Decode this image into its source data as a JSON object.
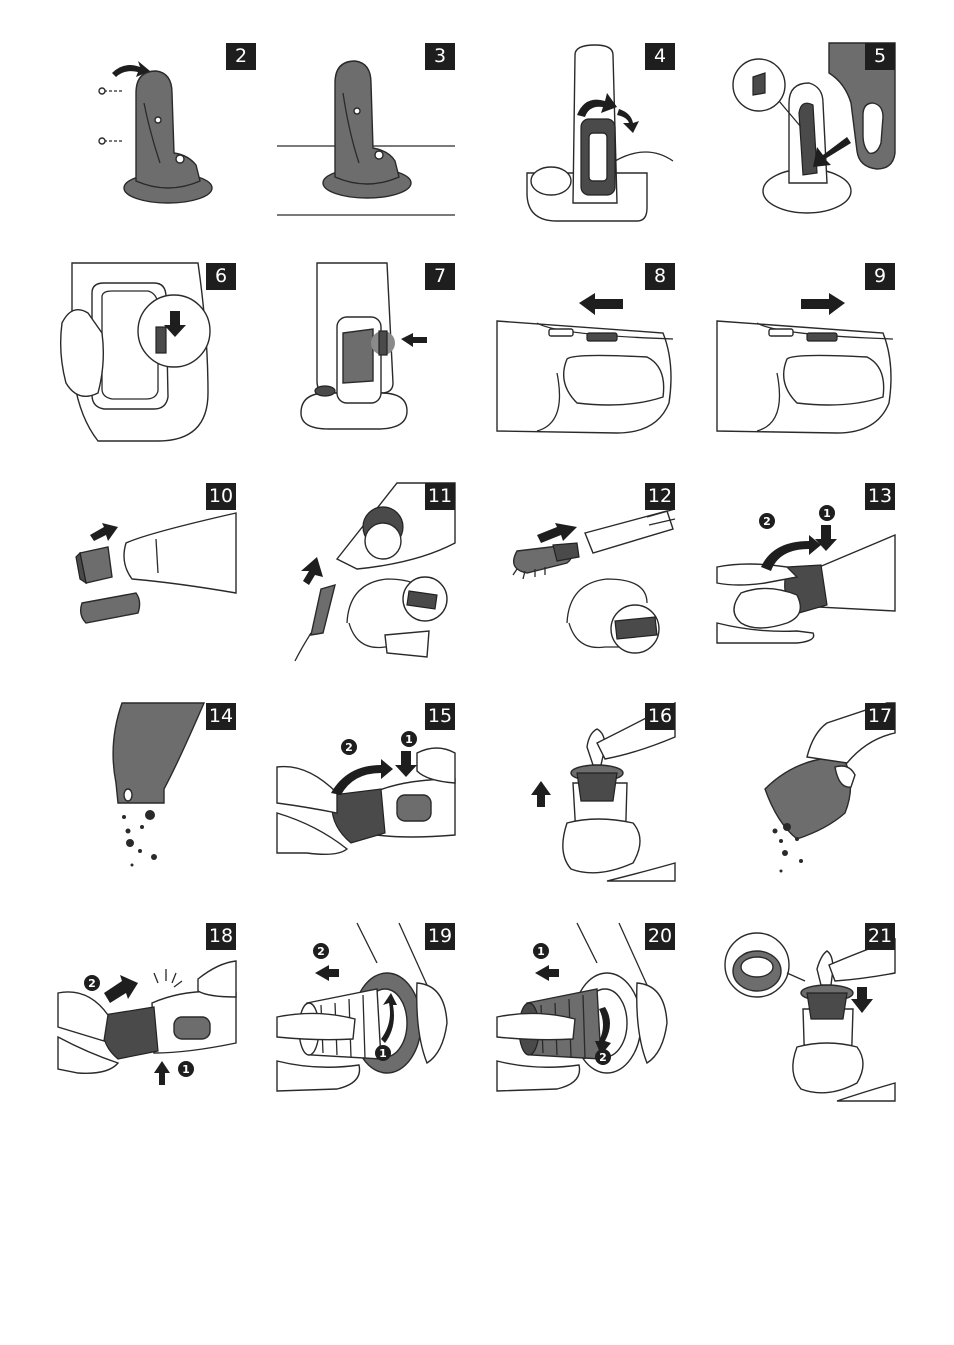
{
  "page": {
    "panels": [
      {
        "id": "p2",
        "step": "2"
      },
      {
        "id": "p3",
        "step": "3"
      },
      {
        "id": "p4",
        "step": "4"
      },
      {
        "id": "p5",
        "step": "5"
      },
      {
        "id": "p6",
        "step": "6"
      },
      {
        "id": "p7",
        "step": "7"
      },
      {
        "id": "p8",
        "step": "8"
      },
      {
        "id": "p9",
        "step": "9"
      },
      {
        "id": "p10",
        "step": "10"
      },
      {
        "id": "p11",
        "step": "11"
      },
      {
        "id": "p12",
        "step": "12"
      },
      {
        "id": "p13",
        "step": "13"
      },
      {
        "id": "p14",
        "step": "14"
      },
      {
        "id": "p15",
        "step": "15"
      },
      {
        "id": "p16",
        "step": "16"
      },
      {
        "id": "p17",
        "step": "17"
      },
      {
        "id": "p18",
        "step": "18"
      },
      {
        "id": "p19",
        "step": "19"
      },
      {
        "id": "p20",
        "step": "20"
      },
      {
        "id": "p21",
        "step": "21"
      }
    ],
    "callouts": {
      "one": "1",
      "two": "2"
    }
  }
}
